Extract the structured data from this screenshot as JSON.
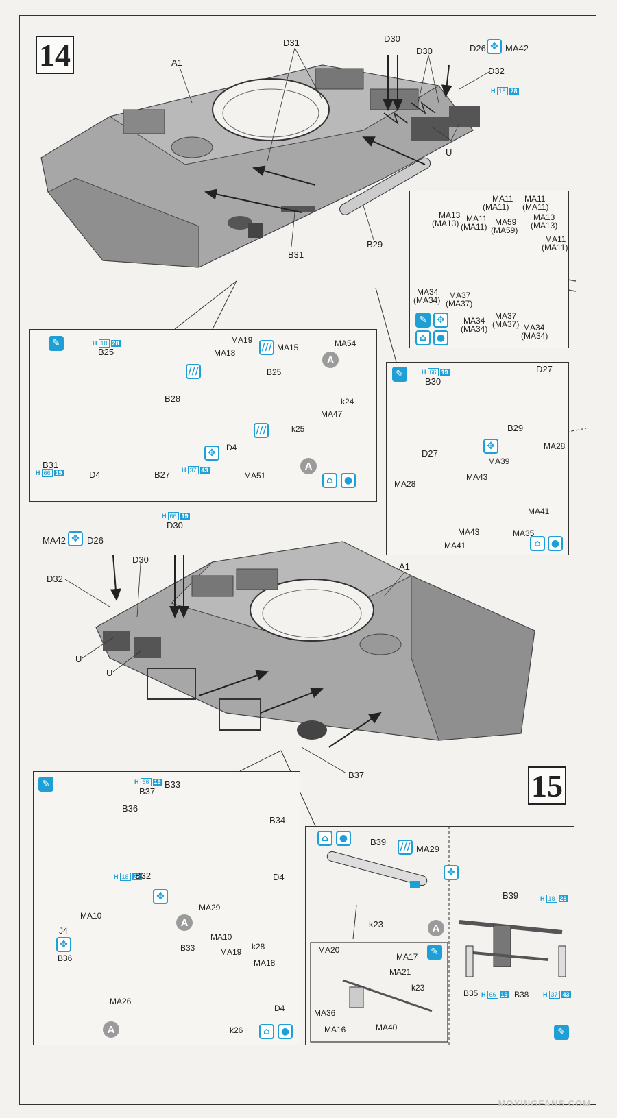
{
  "steps": {
    "first": "14",
    "second": "15"
  },
  "icons": {
    "paint": "paint-brush-icon",
    "etch": "photo-etch-icon",
    "alt": "alternative-parts-icon",
    "weathering": "weathering-icon"
  },
  "colors": {
    "accent": "#1e9fd6",
    "line": "#333333",
    "hull": "#9a9a9a"
  },
  "step14": {
    "hull_labels": [
      "A1",
      "D31",
      "D30",
      "D30",
      "D26",
      "MA42",
      "D32",
      "U",
      "B29",
      "B31"
    ],
    "cref_top": {
      "h": "H",
      "n": "18",
      "p": "28"
    },
    "detail_right": {
      "labels": [
        "MA11",
        "(MA11)",
        "MA11",
        "(MA11)",
        "MA13",
        "(MA13)",
        "MA11",
        "(MA11)",
        "MA13",
        "(MA13)",
        "MA59",
        "(MA59)",
        "MA11",
        "(MA11)",
        "MA34",
        "(MA34)",
        "MA37",
        "(MA37)",
        "MA34",
        "(MA34)",
        "MA37",
        "(MA37)",
        "MA34",
        "(MA34)"
      ]
    },
    "detail_left": {
      "labels": [
        "B25",
        "B28",
        "B31",
        "D4",
        "B27",
        "MA19",
        "MA18",
        "MA15",
        "B25",
        "MA54",
        "k24",
        "MA47",
        "D4",
        "k25",
        "MA51"
      ],
      "cref_b25": {
        "h": "H",
        "n": "18",
        "p": "28"
      },
      "cref_b31": {
        "h": "H",
        "n": "66",
        "p": "19"
      },
      "cref_b27": {
        "h": "H",
        "n": "37",
        "p": "43"
      },
      "circle_a": "A"
    },
    "detail_b30": {
      "labels": [
        "B30",
        "D27",
        "B29",
        "D27",
        "MA28",
        "MA39",
        "MA43",
        "MA28",
        "MA41",
        "MA43",
        "MA35",
        "MA41"
      ],
      "cref": {
        "h": "H",
        "n": "66",
        "p": "19"
      }
    }
  },
  "step15": {
    "hull_labels": [
      "MA42",
      "D26",
      "D30",
      "D30",
      "D32",
      "A1",
      "U",
      "U",
      "B37"
    ],
    "cref_top": {
      "h": "H",
      "n": "66",
      "p": "19"
    },
    "detail_left": {
      "labels": [
        "B37",
        "B33",
        "B36",
        "B34",
        "B32",
        "D4",
        "MA29",
        "MA10",
        "J4",
        "B36",
        "k28",
        "MA10",
        "B33",
        "MA19",
        "MA18",
        "MA26",
        "D4",
        "k26"
      ],
      "cref_b37": {
        "h": "H",
        "n": "66",
        "p": "19"
      },
      "cref_b32": {
        "h": "H",
        "n": "18",
        "p": "28"
      },
      "circle_a": "A"
    },
    "detail_right": {
      "labels": [
        "B39",
        "MA29",
        "k23",
        "MA20",
        "MA17",
        "MA21",
        "k23",
        "MA36",
        "MA16",
        "MA40",
        "B39",
        "B35",
        "B38"
      ],
      "cref_b39": {
        "h": "H",
        "n": "18",
        "p": "28"
      },
      "cref_b35": {
        "h": "H",
        "n": "66",
        "p": "19"
      },
      "cref_b38": {
        "h": "H",
        "n": "37",
        "p": "43"
      },
      "circle_a": "A"
    }
  },
  "watermark": "MOXINGFANS.COM"
}
